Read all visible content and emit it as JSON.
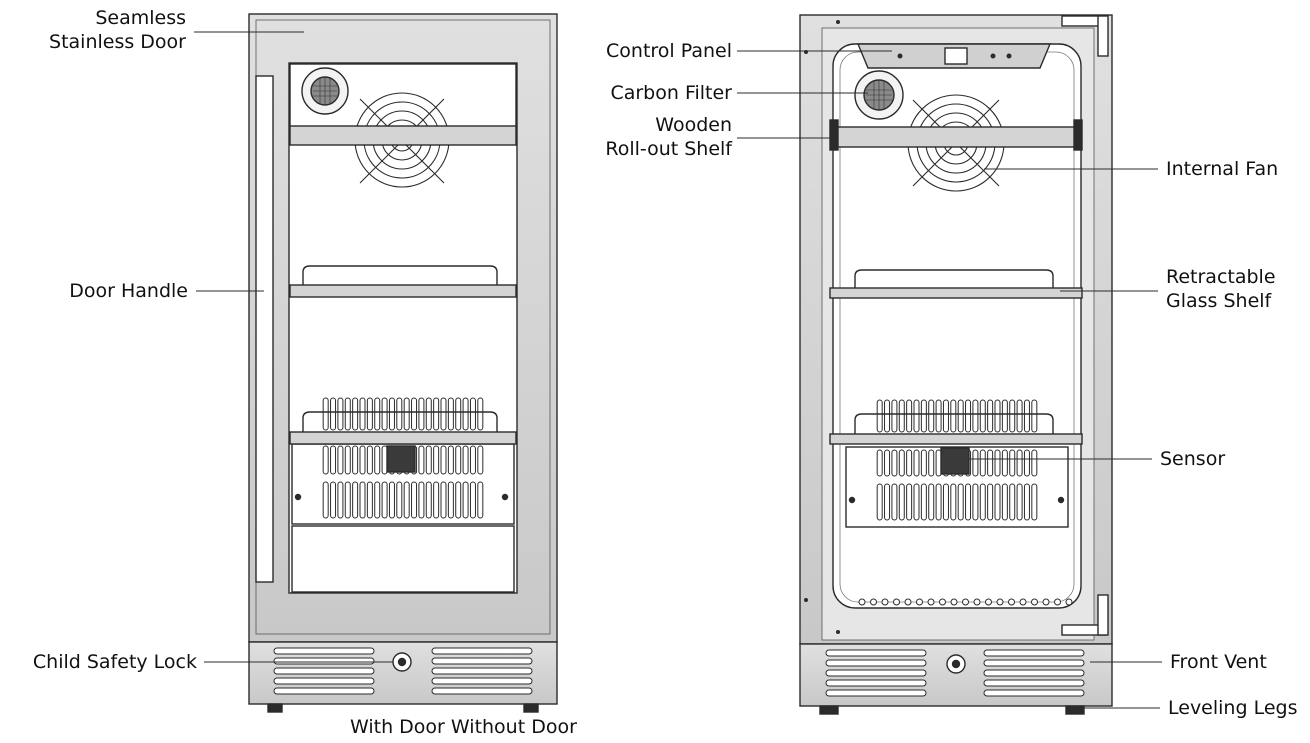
{
  "labels": {
    "seamless_door": [
      "Seamless",
      "Stainless Door"
    ],
    "door_handle": "Door Handle",
    "child_safety_lock": "Child Safety Lock",
    "control_panel": "Control Panel",
    "carbon_filter": "Carbon Filter",
    "wooden_shelf": [
      "Wooden",
      "Roll-out Shelf"
    ],
    "internal_fan": "Internal Fan",
    "glass_shelf": [
      "Retractable",
      "Glass Shelf"
    ],
    "sensor": "Sensor",
    "front_vent": "Front Vent",
    "leveling_legs": "Leveling Legs"
  },
  "captions": {
    "with_door": "With Door",
    "without_door": "Without Door"
  },
  "colors": {
    "outline": "#2b2b2b",
    "steel_light": "#d9d9d9",
    "steel_mid": "#bdbdbd",
    "glass": "#ffffff"
  }
}
